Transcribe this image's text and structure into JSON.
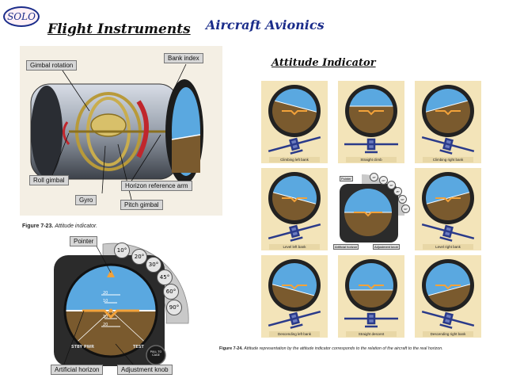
{
  "badge": {
    "label": "SOLO"
  },
  "header": {
    "title_left": "Flight Instruments",
    "title_right": "Aircraft Avionics",
    "subtitle": "Attitude Indicator"
  },
  "cutaway": {
    "callouts": {
      "gimbal_rotation": "Gimbal rotation",
      "bank_index": "Bank index",
      "roll_gimbal": "Roll gimbal",
      "horizon_reference_arm": "Horizon reference arm",
      "gyro": "Gyro",
      "pitch_gimbal": "Pitch gimbal"
    }
  },
  "figure_7_23": {
    "caption_bold": "Figure 7-23.",
    "caption_text": "Attitude indicator.",
    "callouts": {
      "pointer": "Pointer",
      "artificial_horizon": "Artificial horizon",
      "adjustment_knob": "Adjustment knob"
    },
    "bank_marks": [
      "10°",
      "20°",
      "30°",
      "45°",
      "60°",
      "90°"
    ],
    "pitch_marks": [
      "20",
      "10",
      "10",
      "20"
    ],
    "face_labels": {
      "stby_pwr": "STBY PWR",
      "test": "TEST",
      "knob": "PULL TO CAGE"
    },
    "colors": {
      "sky": "#5aa8e0",
      "ground": "#7a5a2e",
      "bezel": "#2b2b2b",
      "arc": "#c9c9c9"
    }
  },
  "figure_7_24": {
    "caption_bold": "Figure 7-24.",
    "caption_text": "Attitude representation by the attitude indicator corresponds to the relation of the aircraft to the real horizon.",
    "grid": [
      {
        "label": "Climbing left bank",
        "bank": -15,
        "pitch": 6
      },
      {
        "label": "Straight climb",
        "bank": 0,
        "pitch": 6
      },
      {
        "label": "Climbing right bank",
        "bank": 15,
        "pitch": 6
      },
      {
        "label": "Level left bank",
        "bank": -15,
        "pitch": 0
      },
      {
        "label": "",
        "bank": 0,
        "pitch": 0
      },
      {
        "label": "Level right bank",
        "bank": 15,
        "pitch": 0
      },
      {
        "label": "Descending left bank",
        "bank": -15,
        "pitch": -6
      },
      {
        "label": "Straight descent",
        "bank": 0,
        "pitch": -6
      },
      {
        "label": "Descending right bank",
        "bank": 15,
        "pitch": -6
      }
    ],
    "center": {
      "pointer": "Pointer",
      "artificial_horizon": "Artificial horizon",
      "adjustment_knob": "Adjustment knob",
      "bank_marks": [
        "10°",
        "20°",
        "30°",
        "45°",
        "60°",
        "90°"
      ]
    },
    "colors": {
      "card": "#f3e4b9",
      "sky": "#5aa8e0",
      "ground": "#7a5a2e"
    }
  }
}
